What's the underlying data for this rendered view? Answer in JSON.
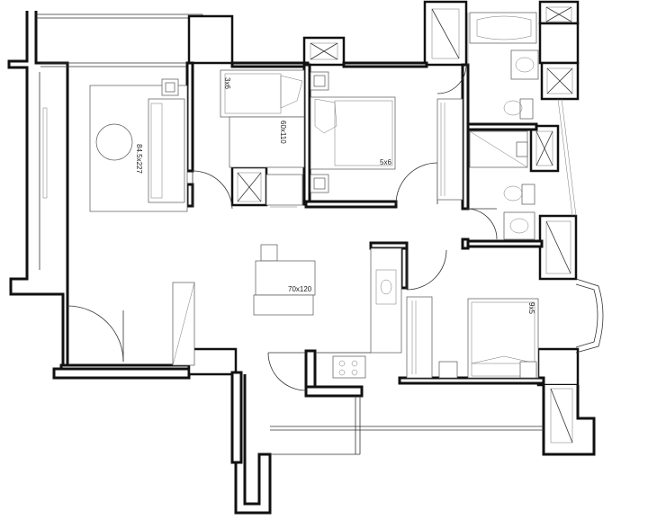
{
  "labels": {
    "living_sofa": "84.5x227",
    "bedroom_small": "3x6",
    "wardrobe_small": "60x110",
    "bedroom_main": "5x6",
    "dining_table": "70x120",
    "bedroom_third": "9x5"
  }
}
